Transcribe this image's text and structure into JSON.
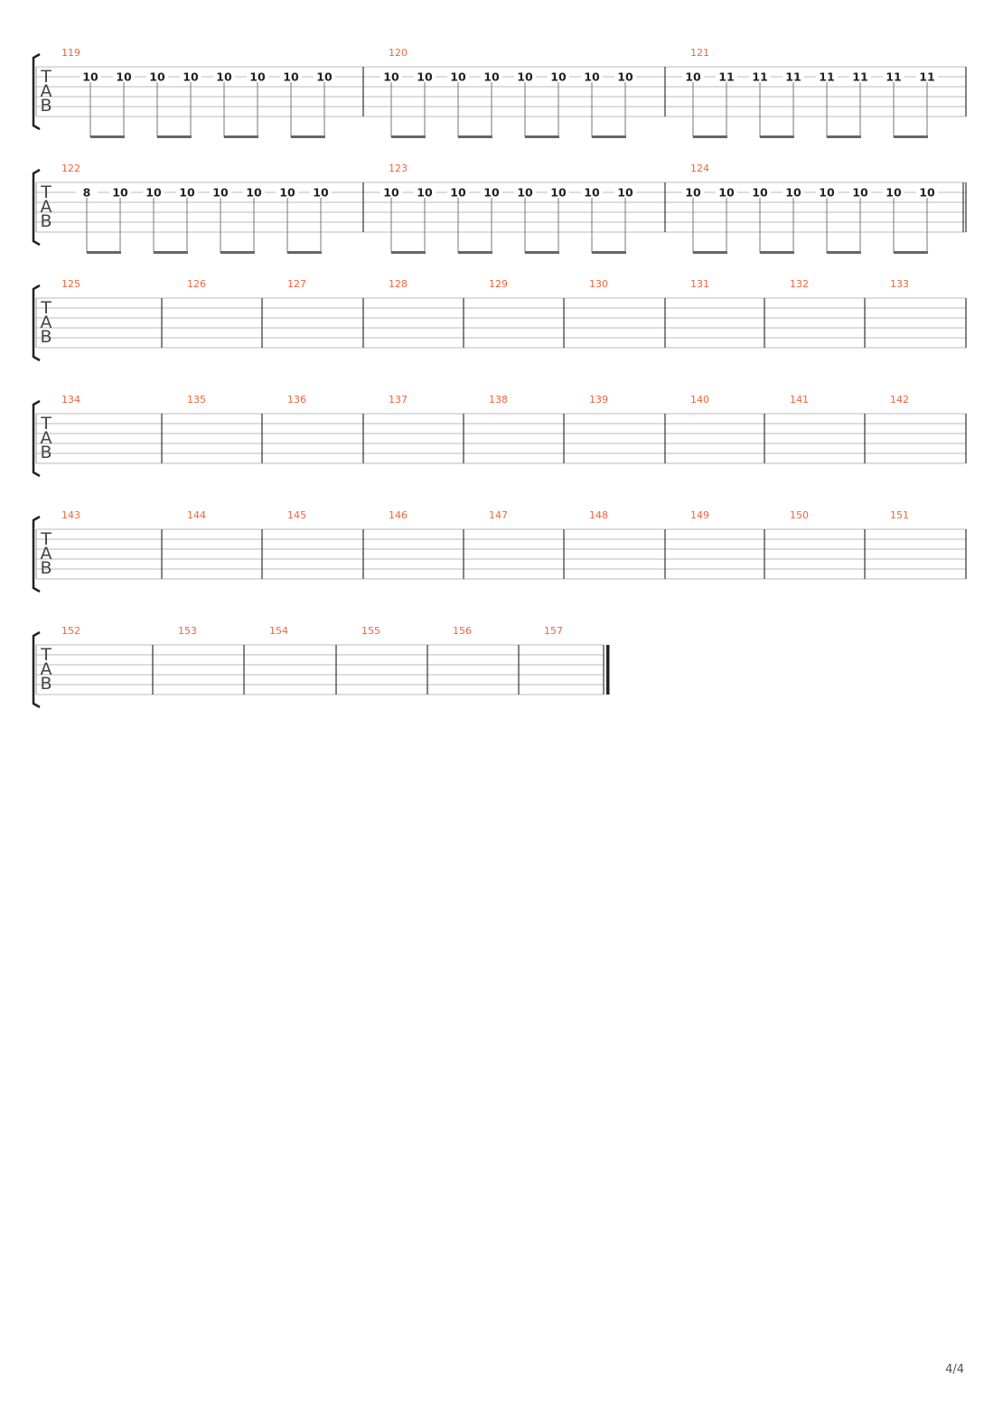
{
  "tab_clef": [
    "T",
    "A",
    "B"
  ],
  "page_number": "4/4",
  "colors": {
    "measure_number": "#f0643c",
    "staff_line": "#bbbbbb",
    "barline": "#333333"
  },
  "systems": [
    {
      "measures": [
        {
          "number": "119",
          "string": 2,
          "frets": [
            "10",
            "10",
            "10",
            "10",
            "10",
            "10",
            "10",
            "10"
          ]
        },
        {
          "number": "120",
          "string": 2,
          "frets": [
            "10",
            "10",
            "10",
            "10",
            "10",
            "10",
            "10",
            "10"
          ]
        },
        {
          "number": "121",
          "string": 2,
          "frets": [
            "10",
            "11",
            "11",
            "11",
            "11",
            "11",
            "11",
            "11"
          ]
        }
      ]
    },
    {
      "measures": [
        {
          "number": "122",
          "string": 2,
          "frets": [
            "8",
            "10",
            "10",
            "10",
            "10",
            "10",
            "10",
            "10"
          ]
        },
        {
          "number": "123",
          "string": 2,
          "frets": [
            "10",
            "10",
            "10",
            "10",
            "10",
            "10",
            "10",
            "10"
          ]
        },
        {
          "number": "124",
          "string": 2,
          "frets": [
            "10",
            "10",
            "10",
            "10",
            "10",
            "10",
            "10",
            "10"
          ]
        }
      ]
    },
    {
      "measures": [
        {
          "number": "125"
        },
        {
          "number": "126"
        },
        {
          "number": "127"
        },
        {
          "number": "128"
        },
        {
          "number": "129"
        },
        {
          "number": "130"
        },
        {
          "number": "131"
        },
        {
          "number": "132"
        },
        {
          "number": "133"
        }
      ]
    },
    {
      "measures": [
        {
          "number": "134"
        },
        {
          "number": "135"
        },
        {
          "number": "136"
        },
        {
          "number": "137"
        },
        {
          "number": "138"
        },
        {
          "number": "139"
        },
        {
          "number": "140"
        },
        {
          "number": "141"
        },
        {
          "number": "142"
        }
      ]
    },
    {
      "measures": [
        {
          "number": "143"
        },
        {
          "number": "144"
        },
        {
          "number": "145"
        },
        {
          "number": "146"
        },
        {
          "number": "147"
        },
        {
          "number": "148"
        },
        {
          "number": "149"
        },
        {
          "number": "150"
        },
        {
          "number": "151"
        }
      ]
    },
    {
      "measures": [
        {
          "number": "152"
        },
        {
          "number": "153"
        },
        {
          "number": "154"
        },
        {
          "number": "155"
        },
        {
          "number": "156"
        },
        {
          "number": "157"
        }
      ]
    }
  ]
}
